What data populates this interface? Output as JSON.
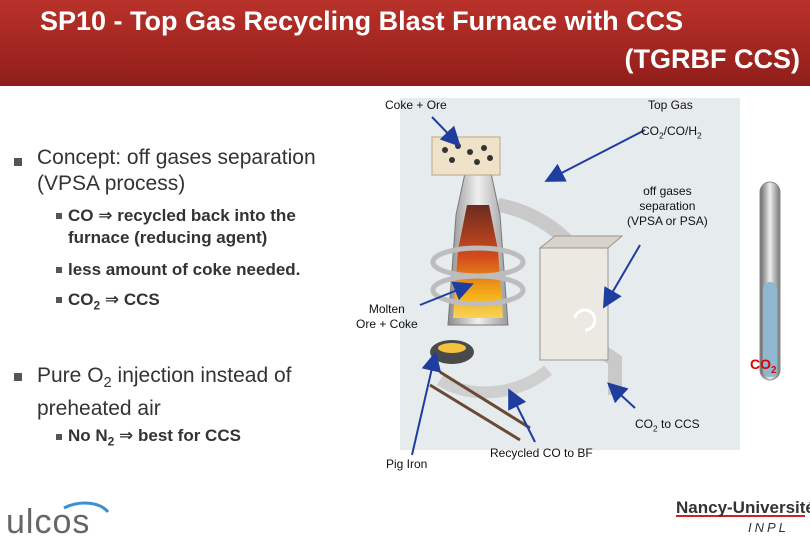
{
  "header": {
    "title_line1": "SP10 - Top Gas Recycling Blast Furnace with CCS",
    "title_line2": "(TGRBF CCS)"
  },
  "bullets": {
    "concept_line1": "Concept: off gases separation",
    "concept_line2": "(VPSA process)",
    "co_prefix": "CO",
    "co_text_line1": "recycled back into the",
    "co_text_line2": "furnace (reducing agent)",
    "less_coke": "less amount of coke needed.",
    "co2": "CO",
    "co2_sub": "2",
    "ccs": "CCS",
    "pure_o2_line1": "Pure O",
    "pure_o2_sub": "2",
    "pure_o2_line1_rest": " injection instead of",
    "pure_o2_line2": "preheated air",
    "no_n2": "No N",
    "no_n2_sub": "2",
    "best_for_ccs": "best for CCS"
  },
  "diagram": {
    "coke_ore": "Coke + Ore",
    "top_gas": "Top Gas",
    "gas_mix": "CO",
    "gas_mix_2": "2",
    "gas_mix_rest": "/CO/H",
    "gas_mix_rest_2": "2",
    "off_gases_line1": "off gases",
    "off_gases_line2": "separation",
    "off_gases_line3": "(VPSA or PSA)",
    "molten_line1": "Molten",
    "molten_line2": "Ore + Coke",
    "co2_out": "CO",
    "co2_out_sub": "2",
    "co2_to_ccs": "CO",
    "co2_to_ccs_sub": "2",
    "co2_to_ccs_rest": " to CCS",
    "pig_iron": "Pig Iron",
    "recycled_co": "Recycled CO to BF"
  },
  "footer": {
    "logo": "ulcos",
    "university": "Nancy-Université",
    "inpl": "INPL"
  },
  "colors": {
    "header": "#a22520",
    "arrow": "#1f3d9e",
    "co2": "#e00000"
  }
}
